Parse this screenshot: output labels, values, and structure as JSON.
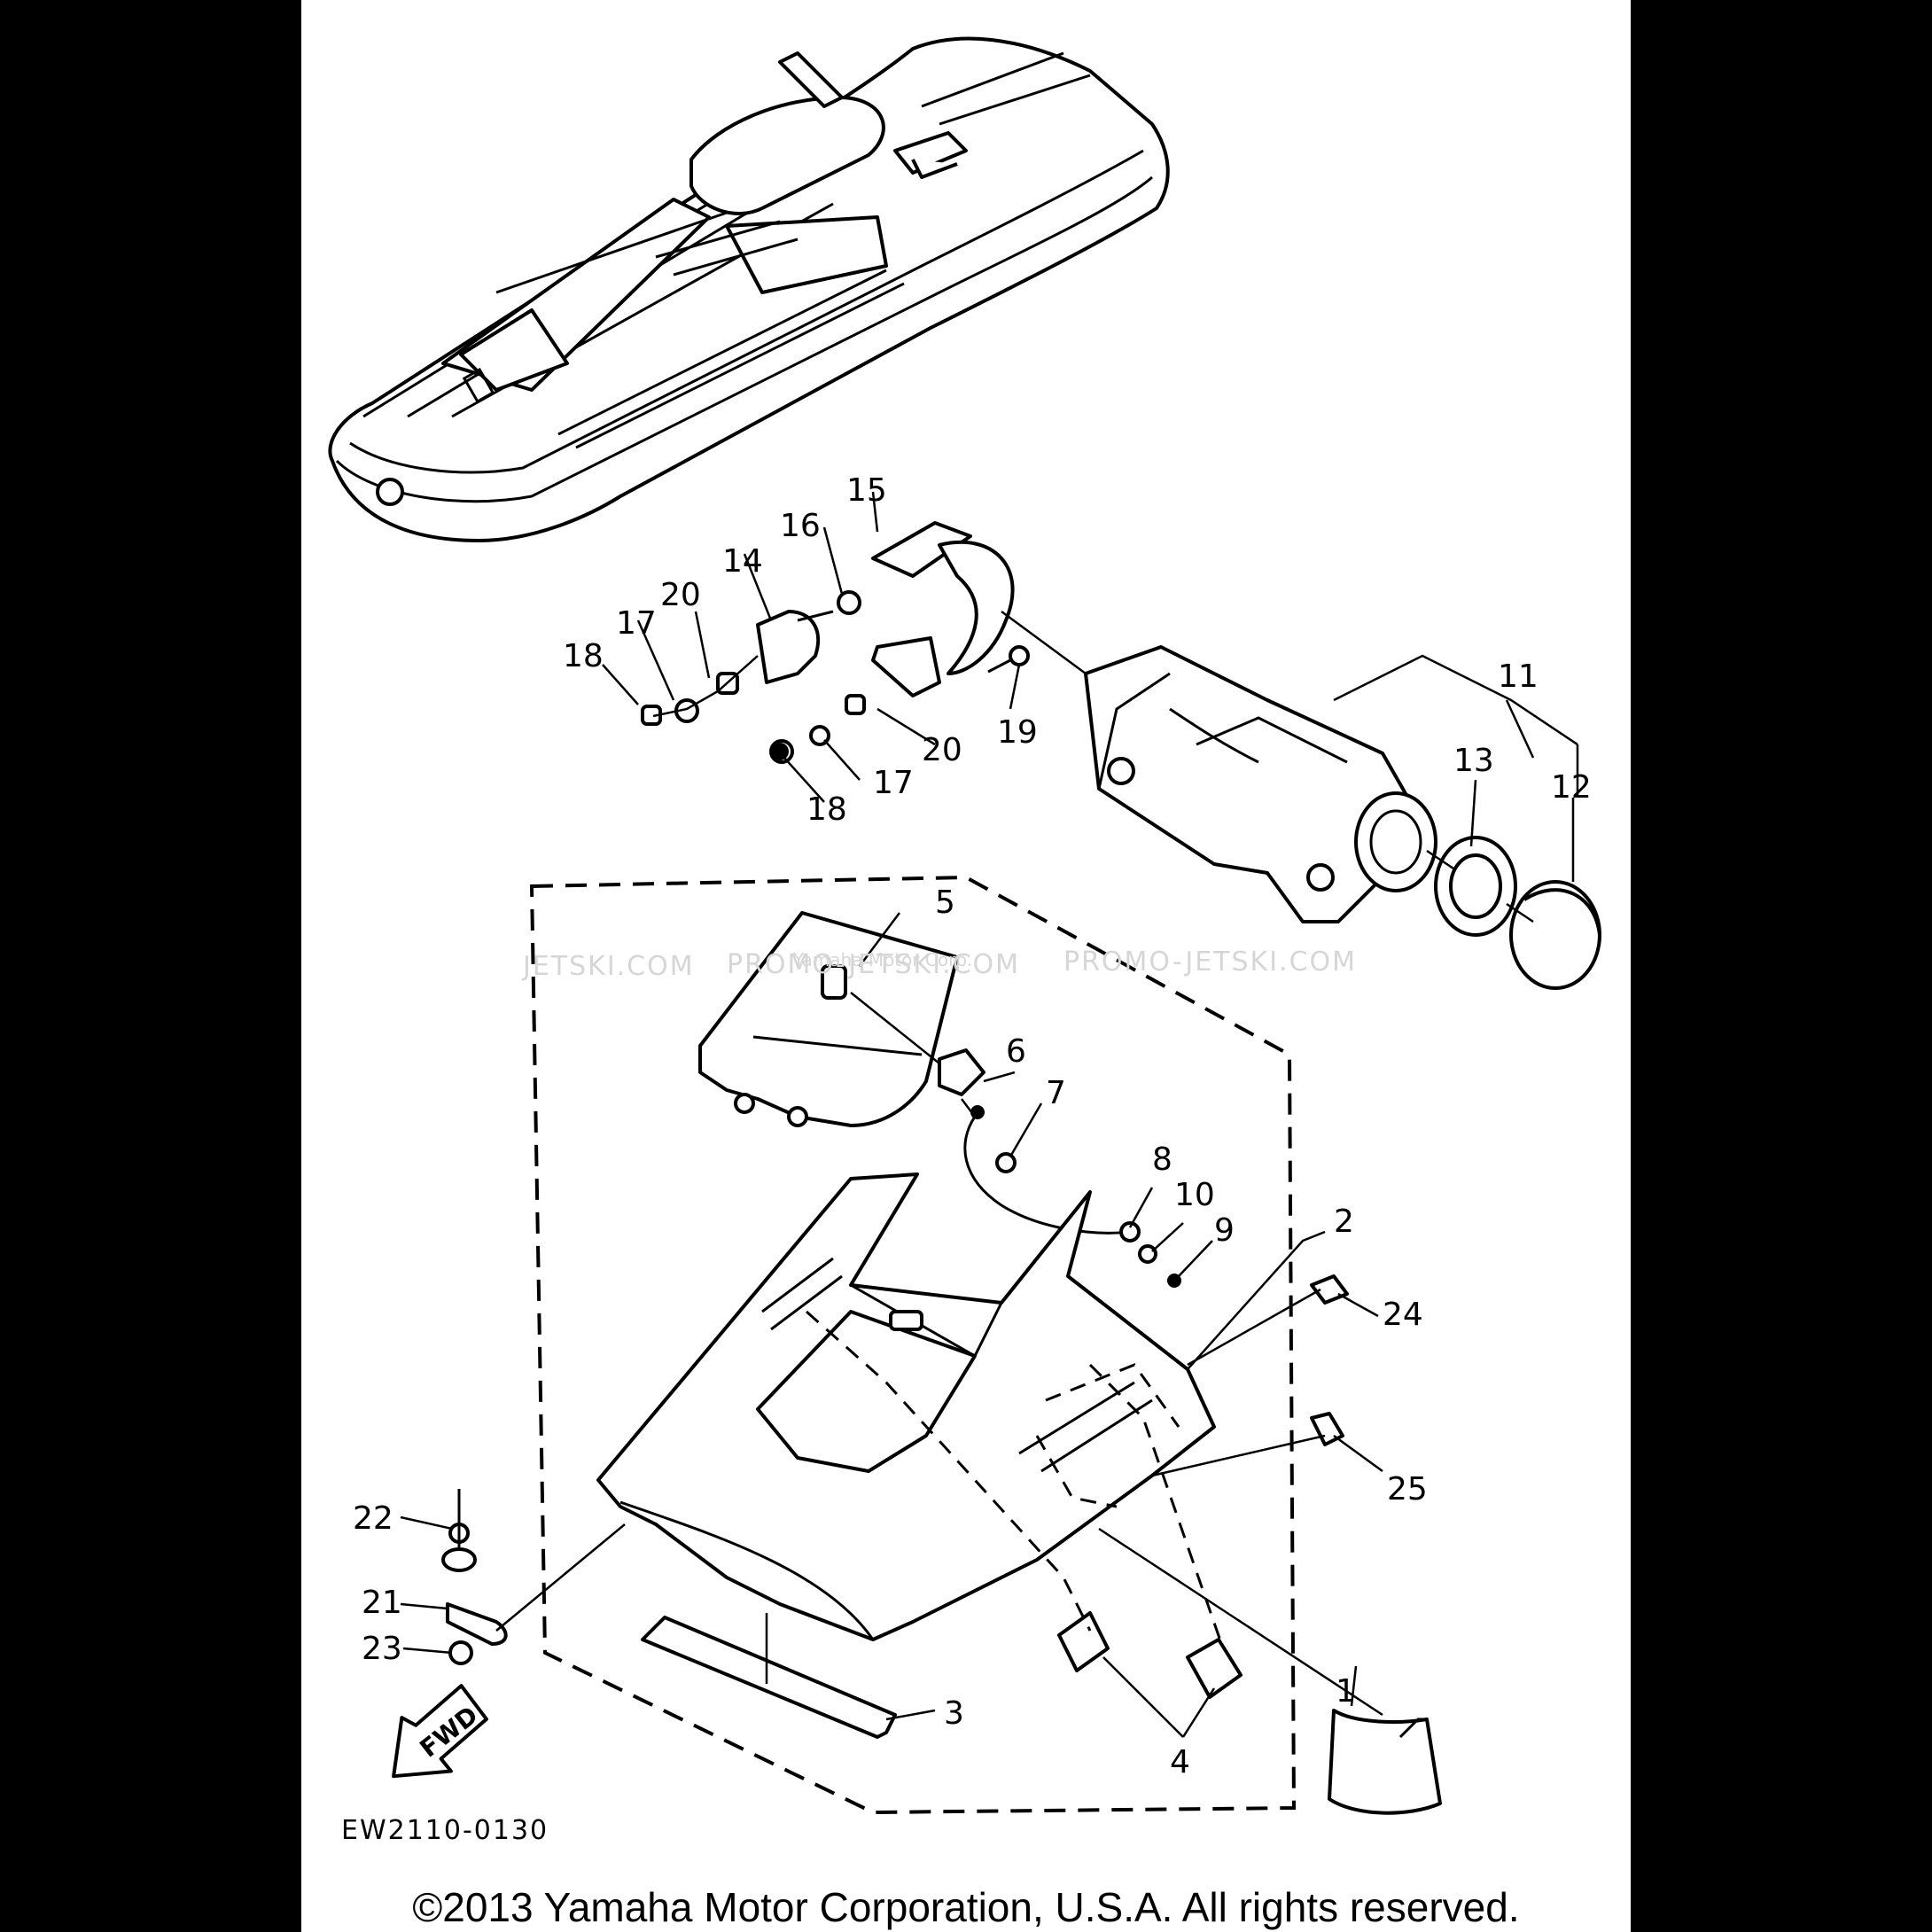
{
  "diagram": {
    "drawing_code": "EW2110-0130",
    "copyright": "©2013 Yamaha Motor Corporation, U.S.A. All rights reserved.",
    "watermark_left": "JETSKI.COM",
    "watermark_mid": "PROMO-JETSKI.COM",
    "watermark_right": "PROMO-JETSKI.COM",
    "watermark_small": "Yamaha Motor Corp.",
    "fwd_label": "FWD",
    "callouts": {
      "c1": "1",
      "c2": "2",
      "c3": "3",
      "c4": "4",
      "c5": "5",
      "c6": "6",
      "c7": "7",
      "c8": "8",
      "c9": "9",
      "c10": "10",
      "c11": "11",
      "c12": "12",
      "c13": "13",
      "c14": "14",
      "c15": "15",
      "c16": "16",
      "c17a": "17",
      "c17b": "17",
      "c18a": "18",
      "c18b": "18",
      "c19": "19",
      "c20a": "20",
      "c20b": "20",
      "c21": "21",
      "c22": "22",
      "c23": "23",
      "c24": "24",
      "c25": "25"
    }
  }
}
